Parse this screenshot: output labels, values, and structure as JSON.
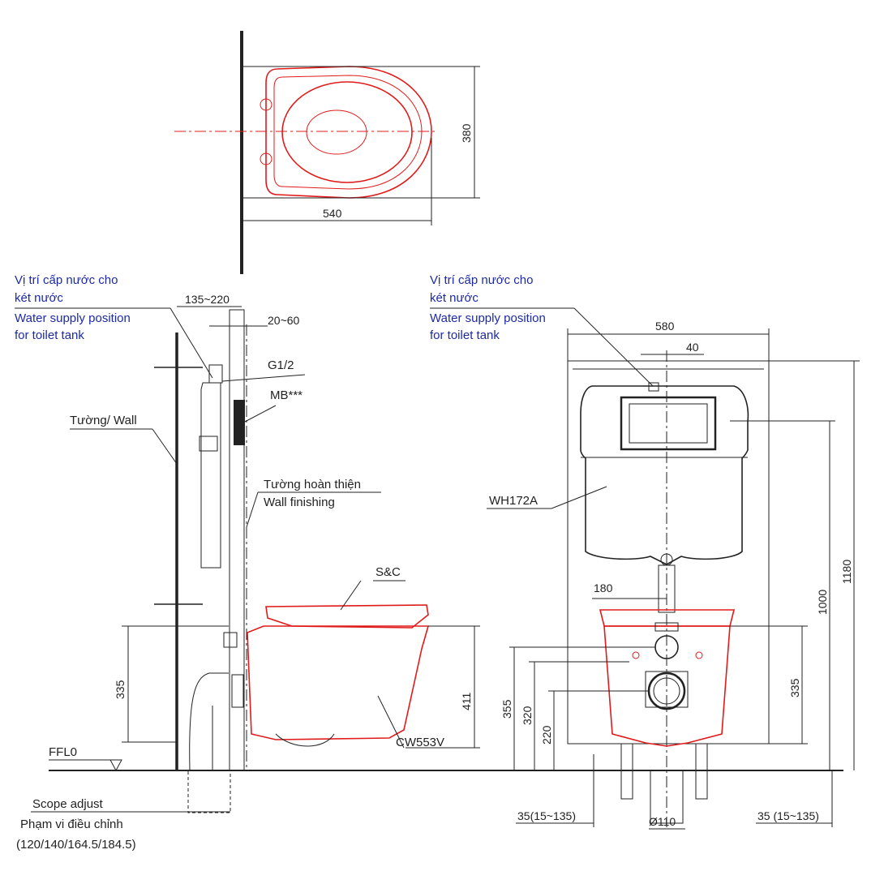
{
  "top_view": {
    "dim_width": "540",
    "dim_depth": "380"
  },
  "side_view": {
    "water_supply_vi_line1": "Vị trí cấp nước cho",
    "water_supply_vi_line2": "két nước",
    "water_supply_en_line1": "Water supply position",
    "water_supply_en_line2": "for toilet tank",
    "dim_frame_depth": "135~220",
    "dim_wall_gap": "20~60",
    "label_g12": "G1/2",
    "label_mb": "MB***",
    "label_wall": "Tường/ Wall",
    "label_wall_finishing_vi": "Tường hoàn thiện",
    "label_wall_finishing_en": "Wall finishing",
    "label_sc": "S&C",
    "label_bowl": "CW553V",
    "dim_height_335": "335",
    "dim_height_411": "411",
    "label_ffl": "FFL0",
    "scope_en": "Scope adjust",
    "scope_vi": "Phạm vi điều chỉnh",
    "scope_values": "(120/140/164.5/184.5)"
  },
  "front_view": {
    "water_supply_vi_line1": "Vị trí cấp nước cho",
    "water_supply_vi_line2": "két nước",
    "water_supply_en_line1": "Water supply position",
    "water_supply_en_line2": "for toilet tank",
    "dim_width": "580",
    "dim_offset": "40",
    "label_frame": "WH172A",
    "dim_180": "180",
    "dim_1000": "1000",
    "dim_1180": "1180",
    "dim_335": "335",
    "dim_355": "355",
    "dim_320": "320",
    "dim_220": "220",
    "dim_left_foot": "35(15~135)",
    "dim_right_foot": "35 (15~135)",
    "dim_pipe": "Ø110"
  },
  "colors": {
    "line": "#222222",
    "toilet": "#e01b1b",
    "annotation_blue": "#1c2aa8"
  }
}
